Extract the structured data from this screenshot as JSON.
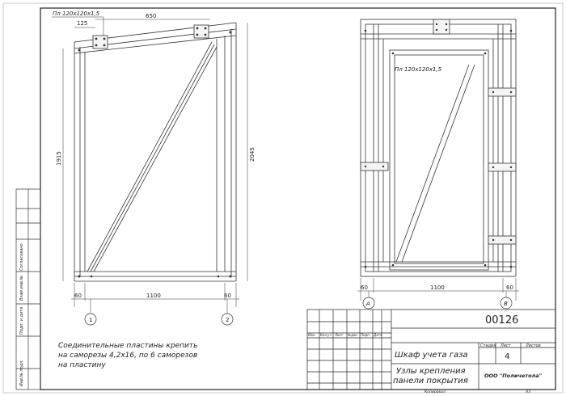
{
  "left_view": {
    "profile": "Пл 120х120х1,5",
    "dim_top_inner": "125",
    "dim_top_outer": "650",
    "dim_height_left": "1915",
    "dim_height_right": "2045",
    "dim_bottom_left": "60",
    "dim_bottom_mid": "1100",
    "dim_bottom_right": "60",
    "axis_left": "1",
    "axis_right": "2"
  },
  "right_view": {
    "profile": "Пл 120х120х1,5",
    "dim_bottom_left": "60",
    "dim_bottom_mid": "1100",
    "dim_bottom_right": "60",
    "axis_left": "А",
    "axis_right": "В"
  },
  "note": {
    "line1": "Соединительные пластины крепить",
    "line2": "на саморезы 4,2х16, по 6 саморезов",
    "line3": "на пластину"
  },
  "title_block": {
    "doc_number": "00126",
    "object_name": "Шкаф учета газа",
    "sheet_title_1": "Узлы крепления",
    "sheet_title_2": "панели покрытия",
    "company": "ООО \"Поличетола\"",
    "stage_header": "Стадия",
    "sheet_header": "Лист",
    "sheets_header": "Листов",
    "sheet_value": "4",
    "copied_label": "Копировал",
    "format_label": "А3",
    "col_headers": [
      "Изм.",
      "Кол.уч",
      "Лист",
      "№док.",
      "Подп.",
      "Дата"
    ]
  },
  "side_stamp": {
    "labels": [
      "Согласовано",
      "Взам.инв.№",
      "Подп. и дата",
      "Инв.№ подл."
    ]
  }
}
